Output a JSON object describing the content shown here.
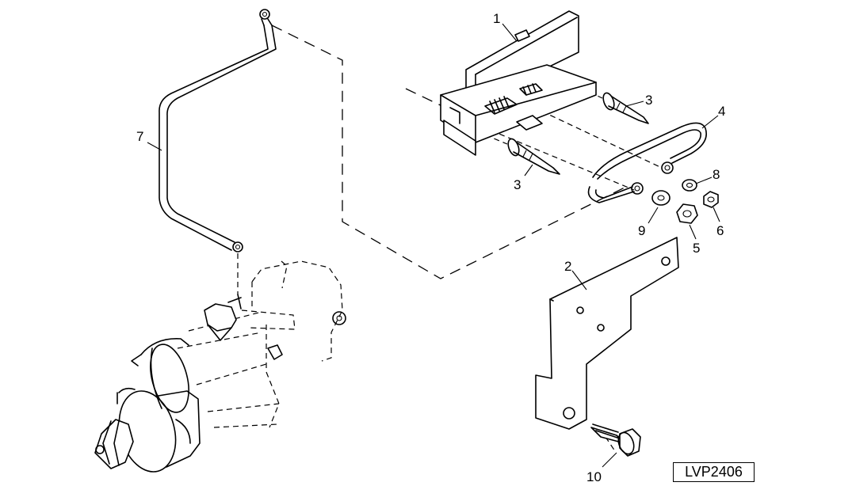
{
  "callouts": [
    {
      "id": "1",
      "text": "1"
    },
    {
      "id": "2",
      "text": "2"
    },
    {
      "id": "3a",
      "text": "3"
    },
    {
      "id": "3b",
      "text": "3"
    },
    {
      "id": "4",
      "text": "4"
    },
    {
      "id": "5",
      "text": "5"
    },
    {
      "id": "6",
      "text": "6"
    },
    {
      "id": "7",
      "text": "7"
    },
    {
      "id": "8",
      "text": "8"
    },
    {
      "id": "9",
      "text": "9"
    },
    {
      "id": "10",
      "text": "10"
    }
  ],
  "reference_code": "LVP2406"
}
